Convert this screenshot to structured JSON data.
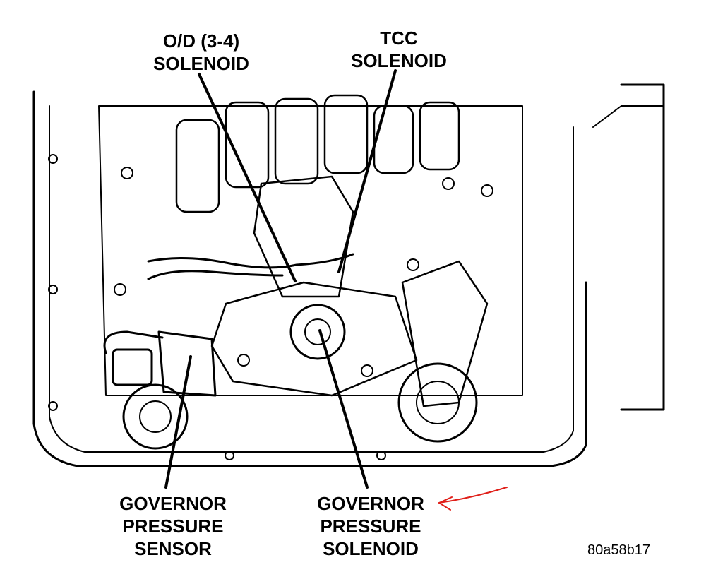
{
  "labels": {
    "od_solenoid": [
      "O/D (3-4)",
      "SOLENOID"
    ],
    "tcc_solenoid": [
      "TCC",
      "SOLENOID"
    ],
    "gov_sensor": [
      "GOVERNOR",
      "PRESSURE",
      "SENSOR"
    ],
    "gov_solenoid": [
      "GOVERNOR",
      "PRESSURE",
      "SOLENOID"
    ]
  },
  "figure_code": "80a58b17",
  "colors": {
    "line": "#000000",
    "annotation": "#e0201a"
  }
}
